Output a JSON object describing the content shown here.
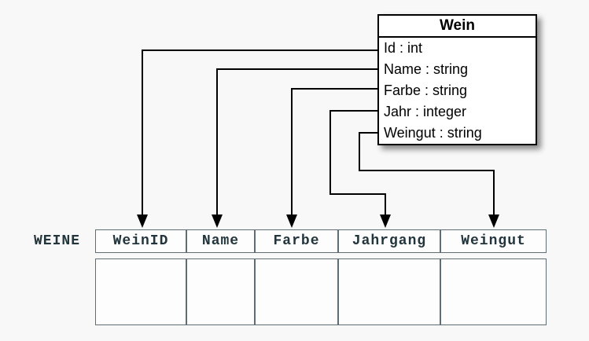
{
  "diagram": {
    "class_box": {
      "title": "Wein",
      "attributes": [
        "Id : int",
        "Name : string",
        "Farbe : string",
        "Jahr : integer",
        "Weingut : string"
      ]
    },
    "table": {
      "label": "WEINE",
      "columns": [
        "WeinID",
        "Name",
        "Farbe",
        "Jahrgang",
        "Weingut"
      ],
      "empty_body_rows": 1
    },
    "connectors": [
      {
        "from": "Id",
        "to": "WeinID"
      },
      {
        "from": "Name",
        "to": "Name"
      },
      {
        "from": "Farbe",
        "to": "Farbe"
      },
      {
        "from": "Jahr",
        "to": "Jahrgang"
      },
      {
        "from": "Weingut",
        "to": "Weingut"
      }
    ],
    "colors": {
      "background": "#f8f8f8",
      "box_fill": "#ffffff",
      "box_border": "#000000",
      "connector": "#000000",
      "table_border": "#5f6e75",
      "table_fill": "#fdfdfd",
      "table_text": "#22353c"
    }
  }
}
